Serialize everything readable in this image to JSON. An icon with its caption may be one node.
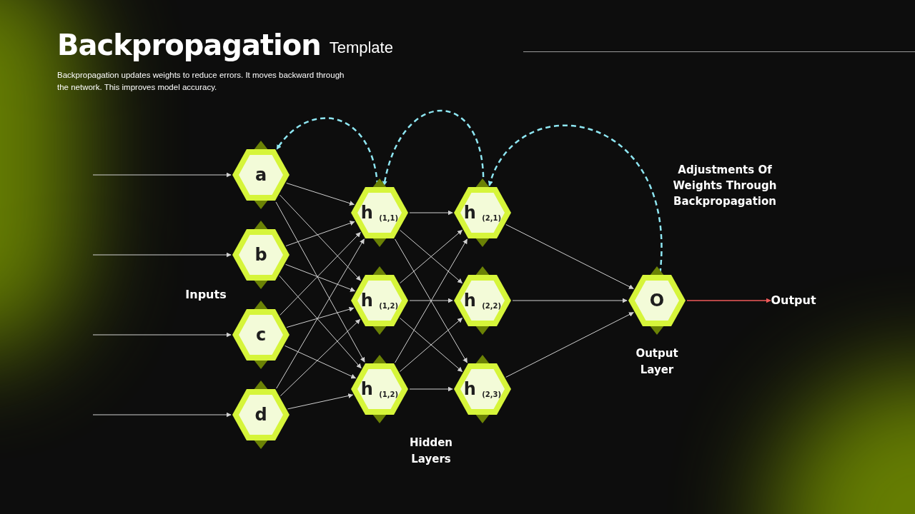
{
  "diagram": {
    "title": "Backpropagation",
    "caption": "Backpropagation updates weights to reduce errors. It moves backward through the network. This improves model accuracy.",
    "nodes": [
      {
        "text": [
          "a"
        ]
      },
      {
        "text": [
          "b"
        ]
      },
      {
        "text": [
          "c"
        ]
      },
      {
        "text": [
          "d"
        ]
      },
      {
        "text": [
          "h $_{(1,1)}$"
        ]
      },
      {
        "text": [
          "h $_{(1,2)}$"
        ]
      },
      {
        "text": [
          "h $_{(1,2)}$"
        ]
      },
      {
        "text": [
          "h $_{(2,1)}$"
        ]
      },
      {
        "text": [
          "h $_{(2,2)}$"
        ]
      },
      {
        "text": [
          "h $_{(2,3)}$"
        ]
      },
      {
        "text": [
          "O"
        ]
      },
      {
        "text": [
          "Output"
        ]
      }
    ],
    "edges": [
      {
        "from": null,
        "to": 0,
        "arrow": "to"
      },
      {
        "from": null,
        "to": 1,
        "arrow": "to"
      },
      {
        "from": null,
        "to": 2,
        "arrow": "to"
      },
      {
        "from": null,
        "to": 3,
        "arrow": "to"
      },
      {
        "from": 0,
        "to": 4,
        "arrow": "to"
      },
      {
        "from": 0,
        "to": 5,
        "arrow": "to"
      },
      {
        "from": 0,
        "to": 6,
        "arrow": "to"
      },
      {
        "from": 1,
        "to": 4,
        "arrow": "to"
      },
      {
        "from": 1,
        "to": 5,
        "arrow": "to"
      },
      {
        "from": 1,
        "to": 6,
        "arrow": "to"
      },
      {
        "from": 2,
        "to": 4,
        "arrow": "to"
      },
      {
        "from": 2,
        "to": 5,
        "arrow": "to"
      },
      {
        "from": 2,
        "to": 6,
        "arrow": "to"
      },
      {
        "from": 3,
        "to": 4,
        "arrow": "to"
      },
      {
        "from": 3,
        "to": 5,
        "arrow": "to"
      },
      {
        "from": 3,
        "to": 6,
        "arrow": "to"
      },
      {
        "from": 4,
        "to": 7,
        "arrow": "to"
      },
      {
        "from": 4,
        "to": 8,
        "arrow": "to"
      },
      {
        "from": 4,
        "to": 9,
        "arrow": "to"
      },
      {
        "from": 5,
        "to": 7,
        "arrow": "to"
      },
      {
        "from": 5,
        "to": 8,
        "arrow": "to"
      },
      {
        "from": 5,
        "to": 9,
        "arrow": "to"
      },
      {
        "from": 6,
        "to": 7,
        "arrow": "to"
      },
      {
        "from": 6,
        "to": 8,
        "arrow": "to"
      },
      {
        "from": 6,
        "to": 9,
        "arrow": "to"
      },
      {
        "from": 7,
        "to": 10,
        "arrow": "to"
      },
      {
        "from": 8,
        "to": 10,
        "arrow": "to"
      },
      {
        "from": 9,
        "to": 10,
        "arrow": "to"
      },
      {
        "from": 10,
        "to": 11,
        "arrow": "to",
        "color": "#f05a5a"
      },
      {
        "from": 10,
        "to": 7,
        "arrow": "to",
        "style": "dashed",
        "color": "#8ee6f2"
      },
      {
        "from": 7,
        "to": 4,
        "arrow": "to",
        "style": "dashed",
        "color": "#8ee6f2"
      },
      {
        "from": 4,
        "to": 0,
        "arrow": "to",
        "style": "dashed",
        "color": "#8ee6f2"
      }
    ],
    "labels": [
      "Template",
      "Inputs",
      "Hidden Layers",
      "Output Layer",
      "Adjustments Of Weights Through Backpropagation"
    ]
  }
}
